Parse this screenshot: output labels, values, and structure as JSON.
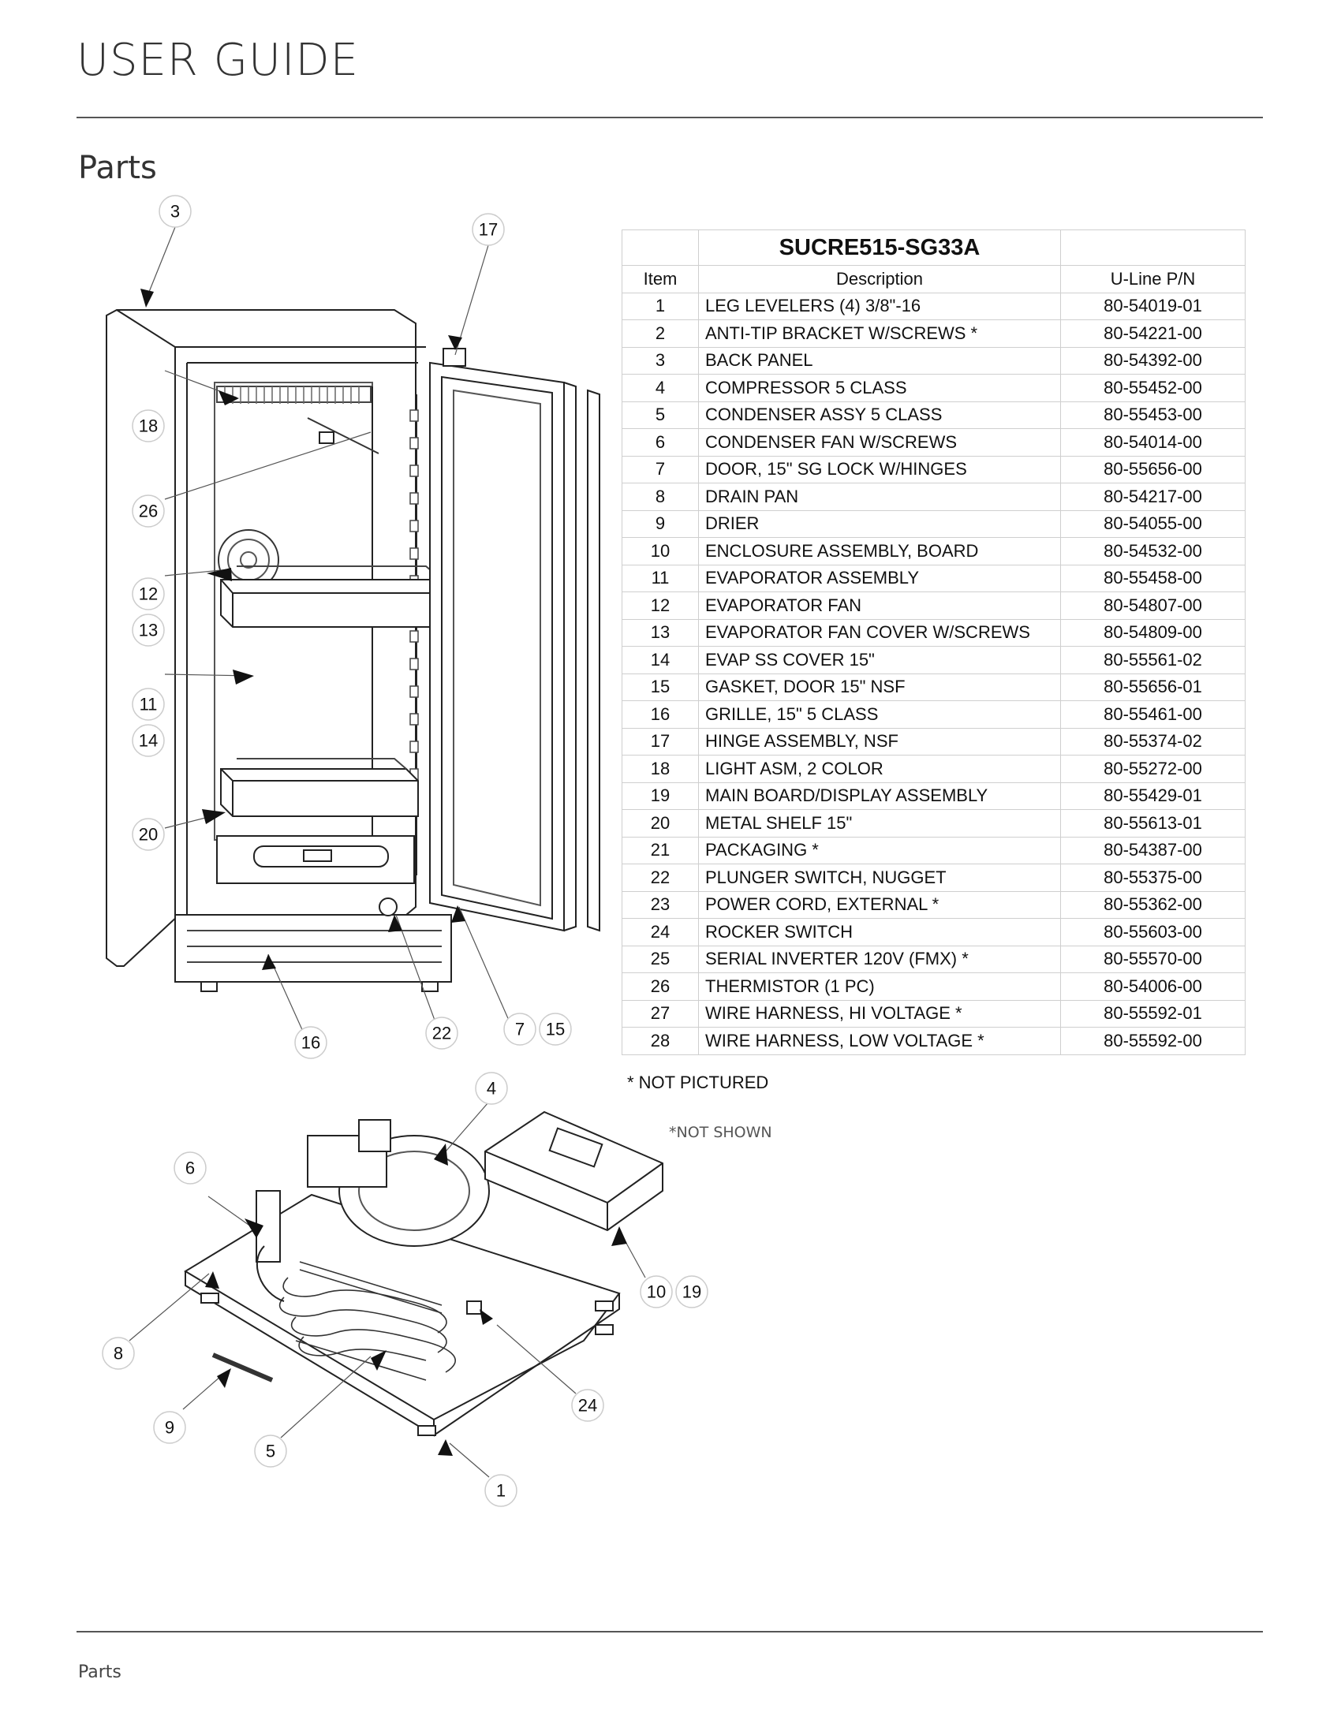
{
  "header": {
    "title": "USER GUIDE"
  },
  "section": {
    "title": "Parts"
  },
  "table": {
    "model": "SUCRE515-SG33A",
    "columns": [
      "Item",
      "Description",
      "U-Line P/N"
    ],
    "rows": [
      [
        "1",
        "LEG LEVELERS (4) 3/8\"-16",
        "80-54019-01"
      ],
      [
        "2",
        "ANTI-TIP BRACKET W/SCREWS *",
        "80-54221-00"
      ],
      [
        "3",
        "BACK PANEL",
        "80-54392-00"
      ],
      [
        "4",
        "COMPRESSOR 5 CLASS",
        "80-55452-00"
      ],
      [
        "5",
        "CONDENSER ASSY 5 CLASS",
        "80-55453-00"
      ],
      [
        "6",
        "CONDENSER FAN W/SCREWS",
        "80-54014-00"
      ],
      [
        "7",
        "DOOR, 15\" SG LOCK W/HINGES",
        "80-55656-00"
      ],
      [
        "8",
        "DRAIN PAN",
        "80-54217-00"
      ],
      [
        "9",
        "DRIER",
        "80-54055-00"
      ],
      [
        "10",
        "ENCLOSURE ASSEMBLY, BOARD",
        "80-54532-00"
      ],
      [
        "11",
        "EVAPORATOR ASSEMBLY",
        "80-55458-00"
      ],
      [
        "12",
        "EVAPORATOR FAN",
        "80-54807-00"
      ],
      [
        "13",
        "EVAPORATOR FAN COVER W/SCREWS",
        "80-54809-00"
      ],
      [
        "14",
        "EVAP SS COVER 15\"",
        "80-55561-02"
      ],
      [
        "15",
        "GASKET, DOOR 15\" NSF",
        "80-55656-01"
      ],
      [
        "16",
        "GRILLE, 15\" 5 CLASS",
        "80-55461-00"
      ],
      [
        "17",
        "HINGE ASSEMBLY, NSF",
        "80-55374-02"
      ],
      [
        "18",
        "LIGHT ASM, 2 COLOR",
        "80-55272-00"
      ],
      [
        "19",
        "MAIN BOARD/DISPLAY ASSEMBLY",
        "80-55429-01"
      ],
      [
        "20",
        "METAL SHELF 15\"",
        "80-55613-01"
      ],
      [
        "21",
        "PACKAGING *",
        "80-54387-00"
      ],
      [
        "22",
        "PLUNGER SWITCH, NUGGET",
        "80-55375-00"
      ],
      [
        "23",
        "POWER CORD, EXTERNAL *",
        "80-55362-00"
      ],
      [
        "24",
        "ROCKER SWITCH",
        "80-55603-00"
      ],
      [
        "25",
        "SERIAL INVERTER 120V (FMX) *",
        "80-55570-00"
      ],
      [
        "26",
        "THERMISTOR (1 PC)",
        "80-54006-00"
      ],
      [
        "27",
        "WIRE HARNESS, HI VOLTAGE *",
        "80-55592-01"
      ],
      [
        "28",
        "WIRE HARNESS, LOW VOLTAGE *",
        "80-55592-00"
      ]
    ]
  },
  "notes": {
    "not_pictured": "* NOT PICTURED",
    "not_shown": "*NOT SHOWN"
  },
  "callouts": [
    "3",
    "17",
    "18",
    "26",
    "12",
    "13",
    "11",
    "14",
    "20",
    "16",
    "22",
    "7",
    "15",
    "4",
    "6",
    "10",
    "19",
    "8",
    "24",
    "9",
    "5",
    "1"
  ],
  "footer": {
    "label": "Parts"
  }
}
